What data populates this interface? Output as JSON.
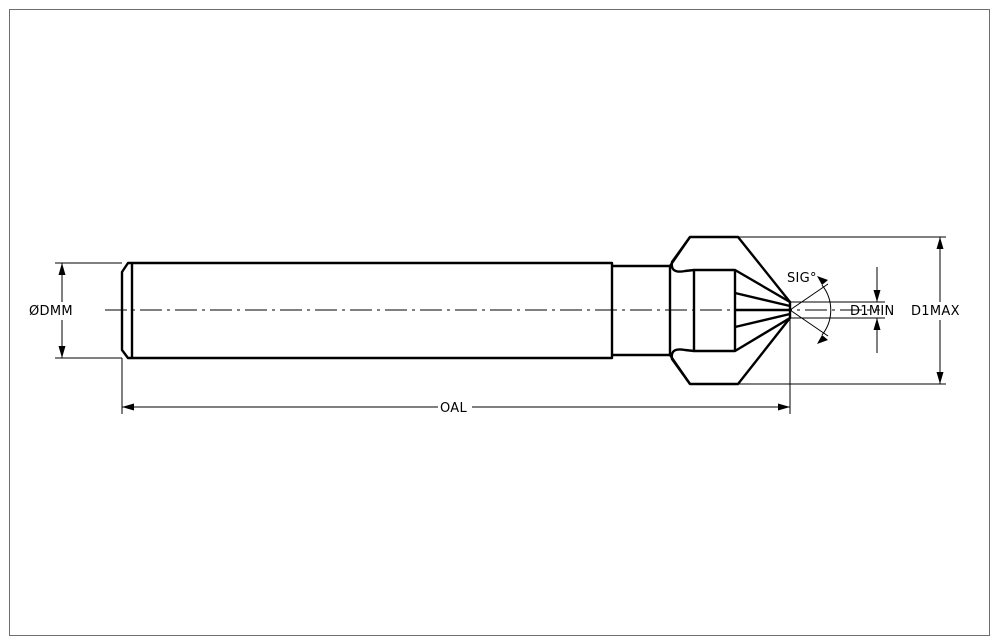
{
  "drawing": {
    "labels": {
      "shank_diameter": "ØDMM",
      "overall_length": "OAL",
      "point_angle": "SIG°",
      "min_diameter": "D1MIN",
      "max_diameter": "D1MAX"
    }
  }
}
